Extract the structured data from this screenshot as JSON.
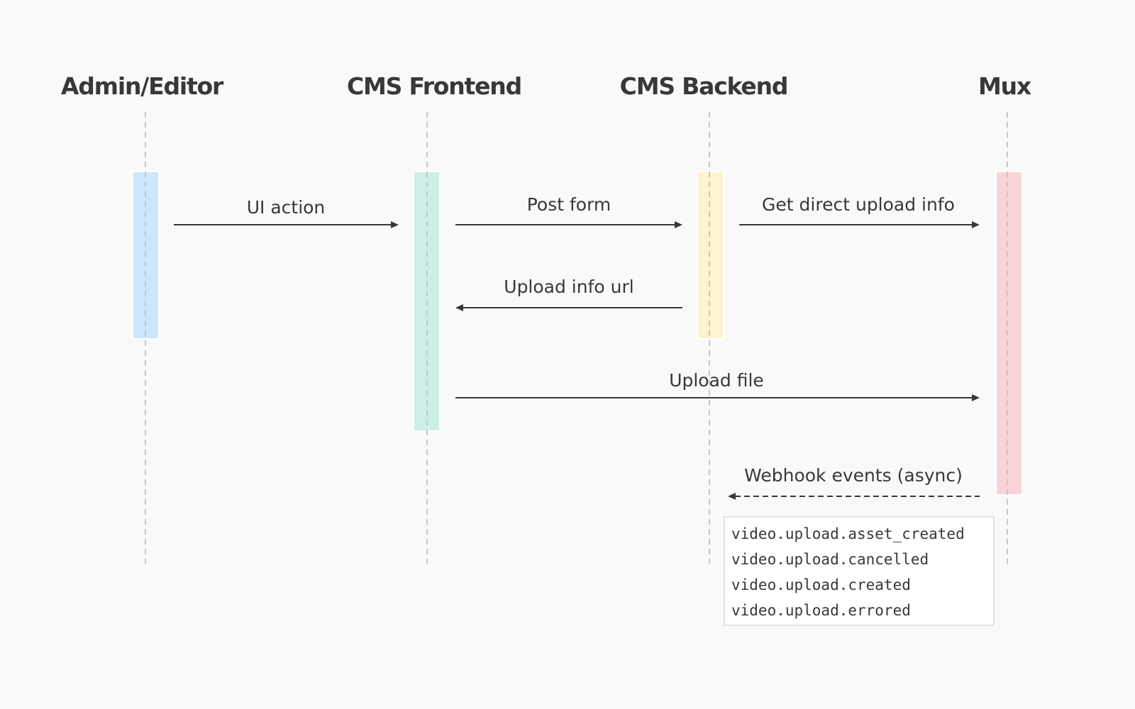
{
  "actors": [
    {
      "id": "admin",
      "name": "Admin/Editor",
      "color": "#cce6fb"
    },
    {
      "id": "frontend",
      "name": "CMS Frontend",
      "color": "#cdeee7"
    },
    {
      "id": "backend",
      "name": "CMS Backend",
      "color": "#fcf3cf"
    },
    {
      "id": "mux",
      "name": "Mux",
      "color": "#f9d3d8"
    }
  ],
  "messages": [
    {
      "from": "admin",
      "to": "frontend",
      "label": "UI action",
      "style": "solid"
    },
    {
      "from": "frontend",
      "to": "backend",
      "label": "Post form",
      "style": "solid"
    },
    {
      "from": "backend",
      "to": "mux",
      "label": "Get direct upload info",
      "style": "solid"
    },
    {
      "from": "backend",
      "to": "frontend",
      "label": "Upload info url",
      "style": "solid"
    },
    {
      "from": "frontend",
      "to": "mux",
      "label": "Upload file",
      "style": "solid"
    },
    {
      "from": "mux",
      "to": "backend",
      "label": "Webhook events (async)",
      "style": "dashed"
    }
  ],
  "webhook_events": [
    "video.upload.asset_created",
    "video.upload.cancelled",
    "video.upload.created",
    "video.upload.errored"
  ]
}
